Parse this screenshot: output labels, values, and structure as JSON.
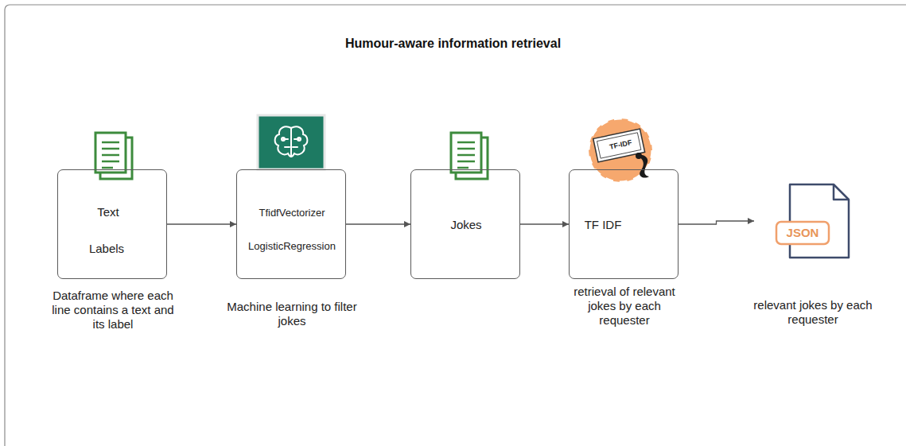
{
  "diagram": {
    "title": "Humour-aware information retrieval",
    "nodes": [
      {
        "text": [
          "Text",
          "Labels",
          "Dataframe where each line contains a text and its label"
        ]
      },
      {
        "text": [
          "TfidfVectorizer",
          "LogisticRegression",
          "Machine learning to filter jokes"
        ]
      },
      {
        "text": [
          "Jokes"
        ]
      },
      {
        "text": [
          "TF IDF",
          "retrieval of relevant jokes by each requester"
        ]
      },
      {
        "text": [
          "JSON",
          "relevant jokes by each requester"
        ]
      }
    ],
    "edges": [
      {
        "from": 0,
        "to": 1,
        "arrow": "to"
      },
      {
        "from": 1,
        "to": 2,
        "arrow": "to"
      },
      {
        "from": 2,
        "to": 3,
        "arrow": "to"
      },
      {
        "from": 3,
        "to": 4,
        "arrow": "to"
      }
    ],
    "labels": [
      "TF-IDF"
    ]
  }
}
